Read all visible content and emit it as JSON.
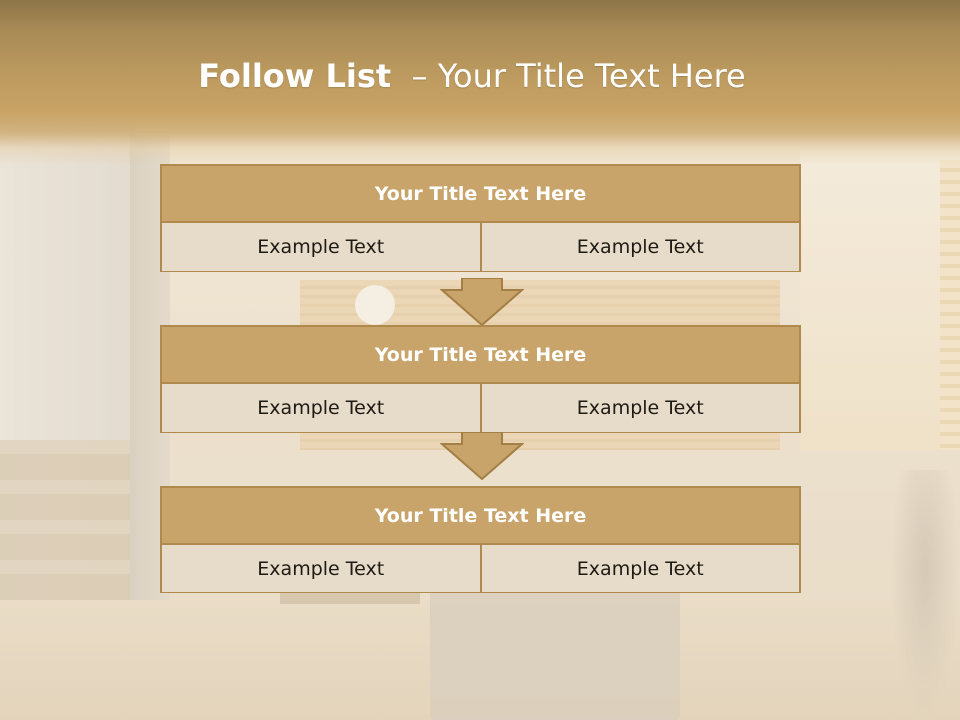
{
  "slide": {
    "title_bold": "Follow List",
    "title_rest": "  – Your Title Text Here"
  },
  "list": [
    {
      "title": "Your Title Text Here",
      "left": "Example Text",
      "right": "Example Text"
    },
    {
      "title": "Your Title Text Here",
      "left": "Example Text",
      "right": "Example Text"
    },
    {
      "title": "Your Title Text Here",
      "left": "Example Text",
      "right": "Example Text"
    }
  ],
  "colors": {
    "header_gold": "#bc9a5f",
    "box_head": "#c8a46a",
    "box_border": "#b0894f",
    "cell_fill": "#e7dcca",
    "arrow_fill": "#c8a46a"
  },
  "icons": {
    "connector": "arrow-down-icon"
  }
}
